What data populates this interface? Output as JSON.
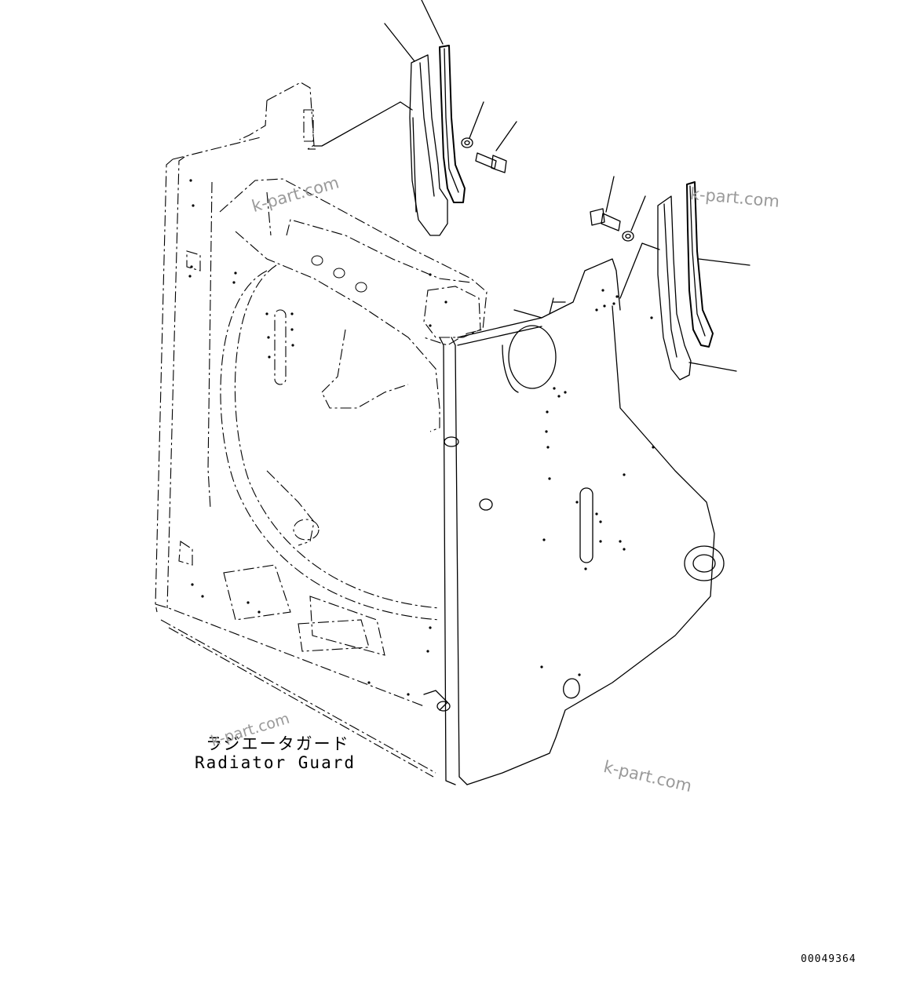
{
  "caption": {
    "japanese": "ラジエータガード",
    "english": "Radiator Guard"
  },
  "document_number": "00049364",
  "watermark": "k-part.com"
}
